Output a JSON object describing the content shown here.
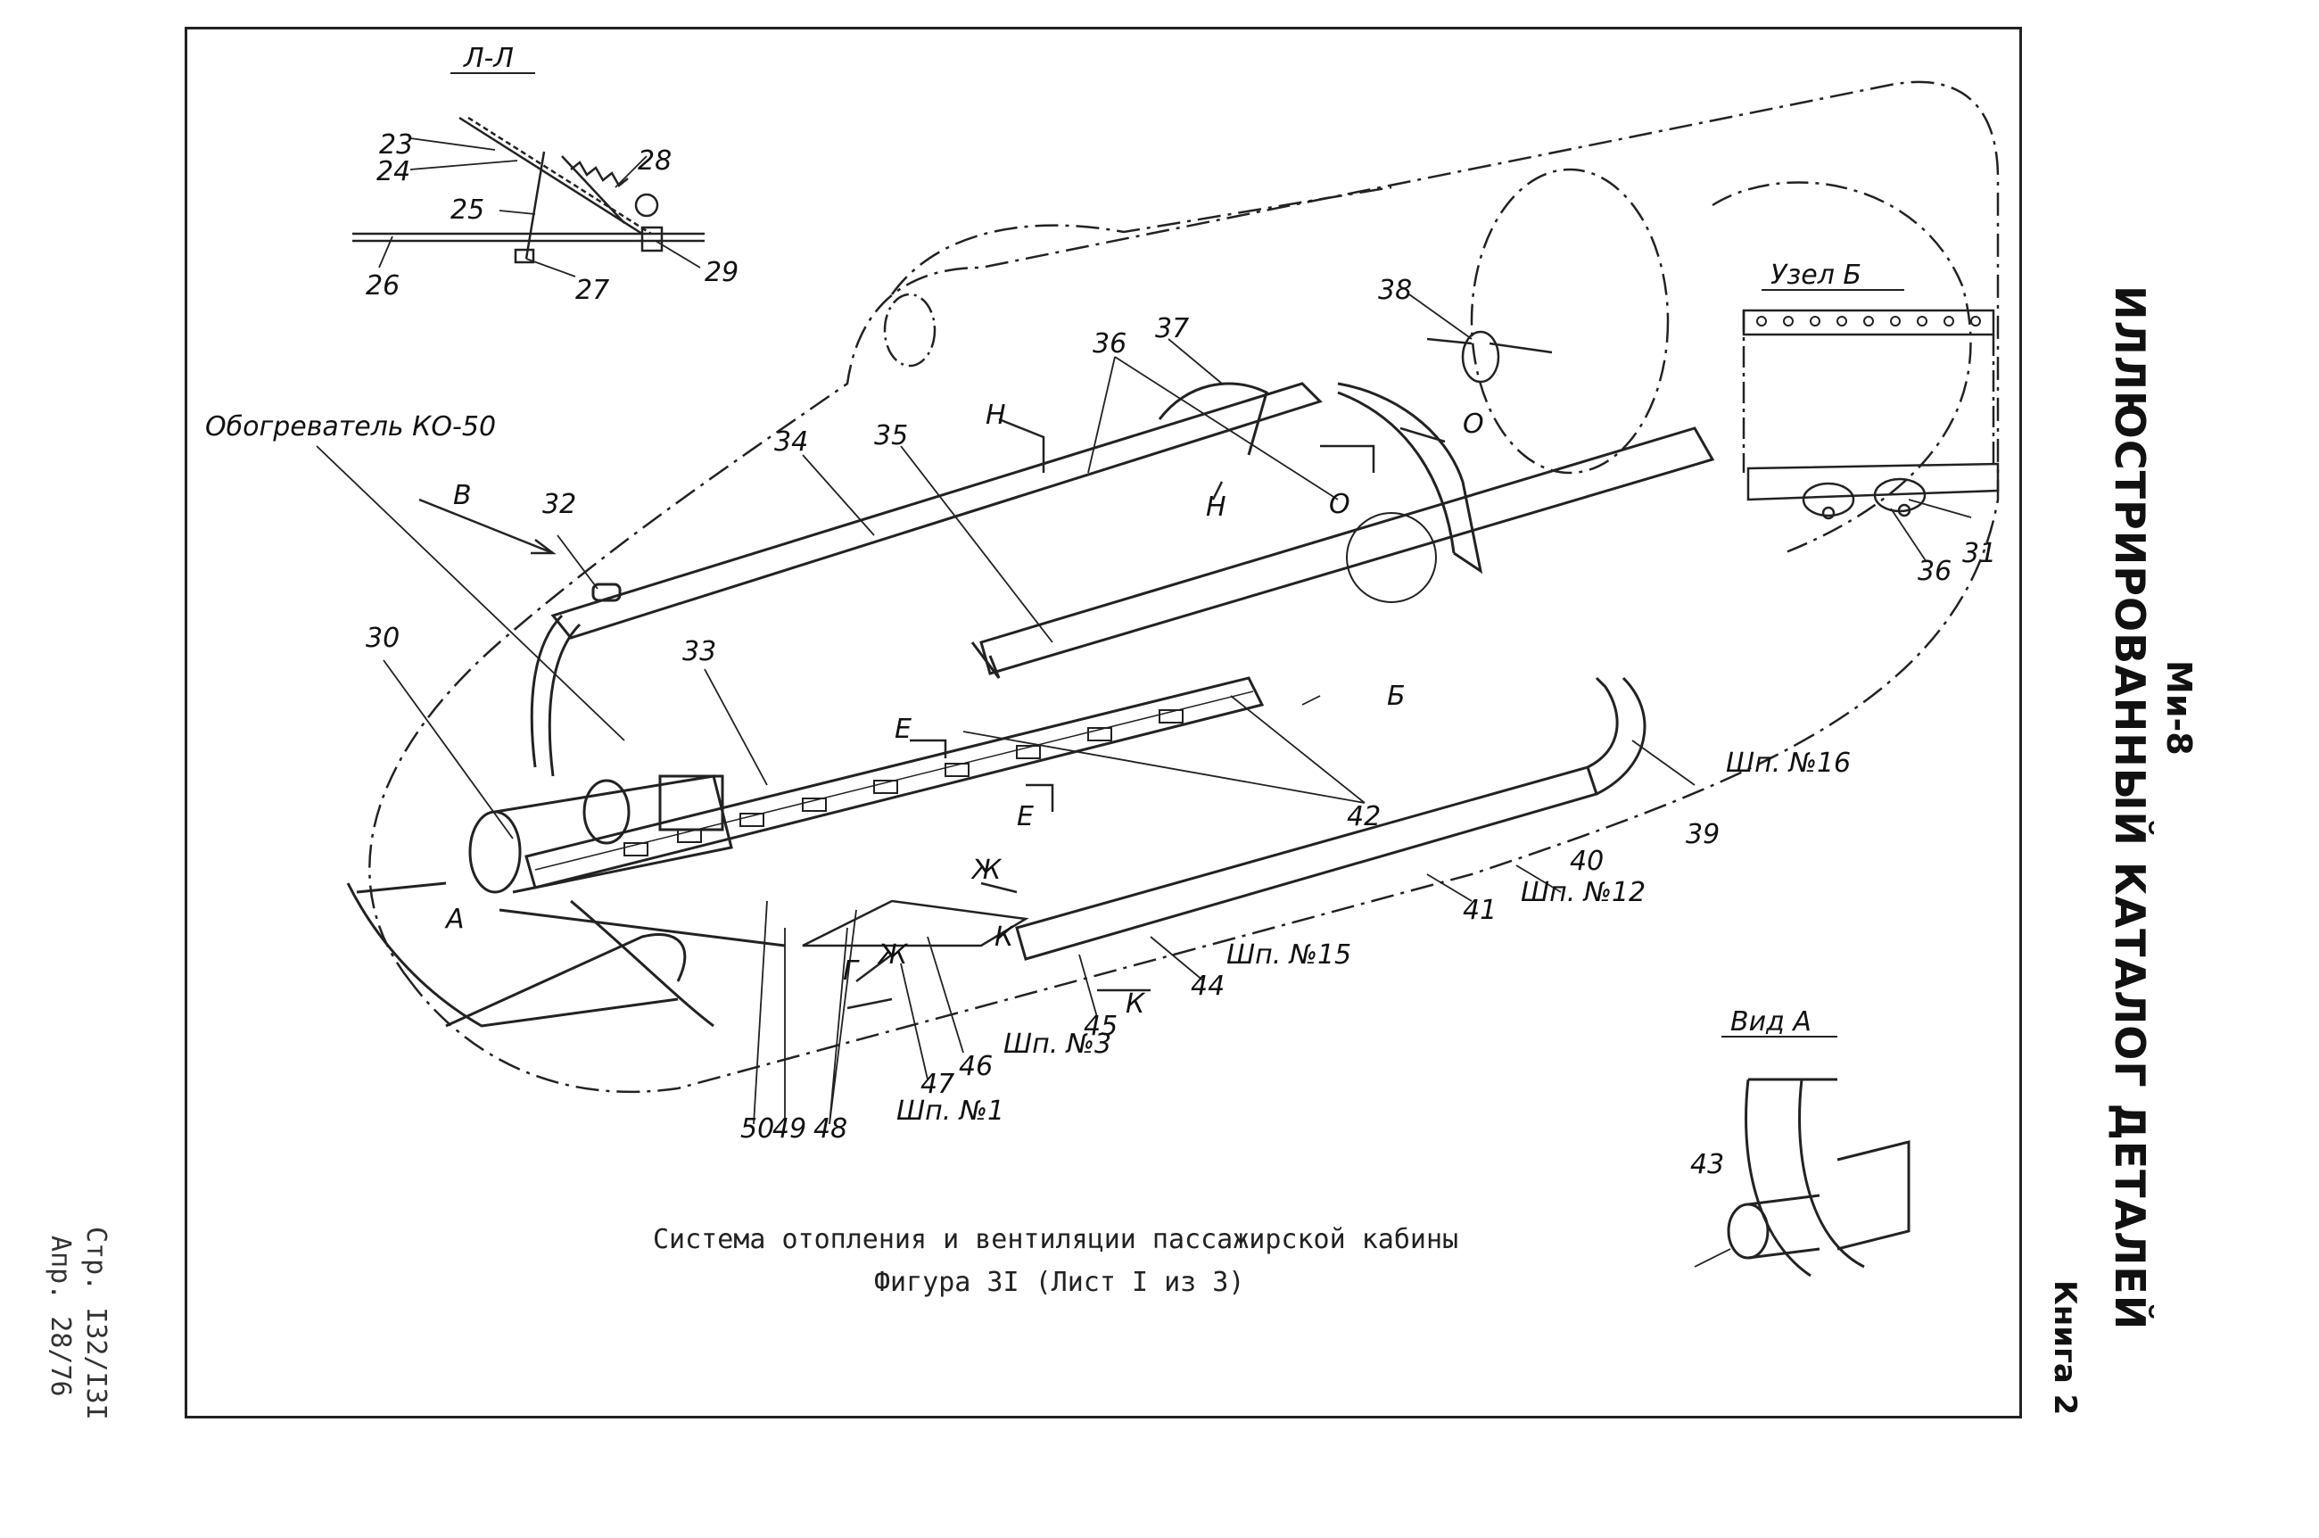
{
  "caption": {
    "line1": "Система отопления и вентиляции пассажирской кабины",
    "line2": "Фигура 3I (Лист I из 3)"
  },
  "sidebar": {
    "model": "Ми-8",
    "title": "ИЛЛЮСТРИРОВАННЫЙ КАТАЛОГ ДЕТАЛЕЙ",
    "book": "Книга 2"
  },
  "page_ref": {
    "page": "Стр. I32/I3I",
    "date": "Апр. 28/76"
  },
  "views": {
    "section_ll": "Л-Л",
    "node_b": "Узел Б",
    "view_a": "Вид А",
    "heater": "Обогреватель КО-50"
  },
  "callouts": {
    "n23": "23",
    "n24": "24",
    "n25": "25",
    "n26": "26",
    "n27": "27",
    "n28": "28",
    "n29": "29",
    "n30": "30",
    "n31": "31",
    "n32": "32",
    "n33": "33",
    "n34": "34",
    "n35": "35",
    "n36a": "36",
    "n36b": "36",
    "n37": "37",
    "n38": "38",
    "n39": "39",
    "n40": "40",
    "n41": "41",
    "n42": "42",
    "n43": "43",
    "n44": "44",
    "n45": "45",
    "n46": "46",
    "n47": "47",
    "n48": "48",
    "n49": "49",
    "n50": "50"
  },
  "section_marks": {
    "B_arrow": "В",
    "N1": "Н",
    "N2": "Н",
    "O1": "О",
    "O2": "О",
    "E1": "Е",
    "E2": "Е",
    "Zh1": "Ж",
    "Zh2": "Ж",
    "G": "Г",
    "K1": "К",
    "K2": "К",
    "A": "А",
    "B_node": "Б"
  },
  "frames": {
    "f16": "Шп. №16",
    "f12": "Шп. №12",
    "f15": "Шп. №15",
    "f3": "Шп. №3",
    "f1": "Шп. №1"
  }
}
